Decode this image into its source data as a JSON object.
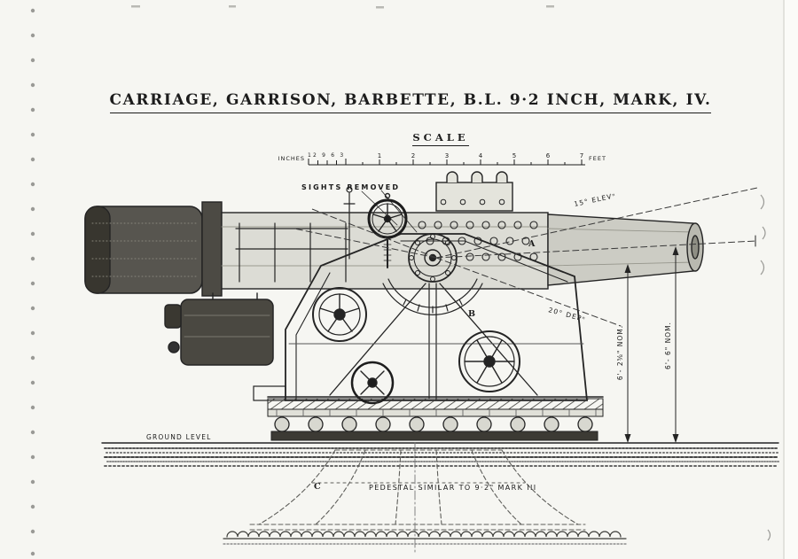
{
  "title": "CARRIAGE, GARRISON, BARBETTE, B.L. 9·2 INCH, MARK, IV.",
  "scale": {
    "heading": "SCALE",
    "inches_label": "INCHES",
    "inch_ticks": "12 9 6 3",
    "feet_ticks": [
      "1",
      "2",
      "3",
      "4",
      "5",
      "6",
      "7"
    ],
    "feet_label": "FEET"
  },
  "annotations": {
    "sights_removed": "SIGHTS REMOVED",
    "elevation": "15° ELEVⁿ",
    "depression": "20° DEPⁿ",
    "label_a": "A",
    "label_b": "B",
    "label_c": "C",
    "dim_inner": "6'- 2⅝\" NOM.",
    "dim_outer": "6'- 6\" NOM.",
    "ground_level": "GROUND LEVEL",
    "pedestal_note": "PEDESTAL SIMILAR TO 9·2\" MARK III"
  }
}
